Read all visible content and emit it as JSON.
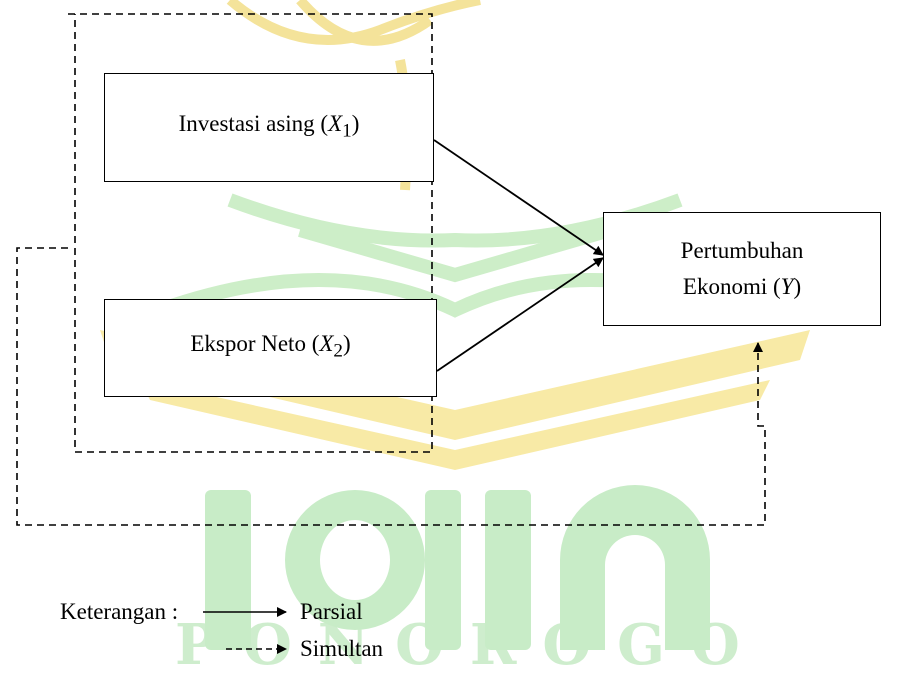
{
  "watermark": {
    "text": "IAIN",
    "subtext": "PONOROGO",
    "colors": {
      "green": "#c9ecc8",
      "yellow": "#f7e9a6"
    }
  },
  "nodes": {
    "x1": {
      "label": "Investasi asing (",
      "var": "X",
      "sub": "1",
      "close": ")"
    },
    "x2": {
      "label": "Ekspor Neto (",
      "var": "X",
      "sub": "2",
      "close": ")"
    },
    "y": {
      "line1": "Pertumbuhan",
      "line2_pre": "Ekonomi (",
      "var": "Y",
      "close": ")"
    }
  },
  "legend": {
    "title": "Keterangan :",
    "partial_label": "Parsial",
    "simultaneous_label": "Simultan"
  }
}
